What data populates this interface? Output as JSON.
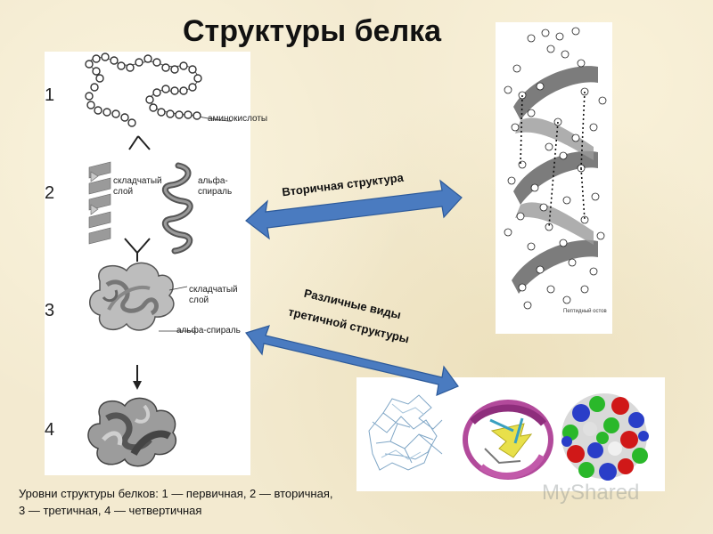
{
  "title": "Структуры белка",
  "levels": {
    "n1": "1",
    "n2": "2",
    "n3": "3",
    "n4": "4"
  },
  "labels": {
    "amino_acids": "аминокислоты",
    "sheet_line1": "складчатый",
    "sheet_line2": "слой",
    "helix_line1": "альфа-",
    "helix_line2": "спираль",
    "sheet3_line1": "складчатый",
    "sheet3_line2": "слой",
    "helix3": "альфа-спираль"
  },
  "arrows": {
    "secondary": "Вторичная структура",
    "tertiary_line1": "Различные виды",
    "tertiary_line2": "третичной структуры"
  },
  "helix_caption": "Пептидный остов",
  "caption": "Уровни структуры белков: 1 — первичная, 2 — вторичная, 3 — третичная, 4 — четвертичная",
  "watermark": "MyShared",
  "colors": {
    "background": "#f3ead0",
    "arrow": "#4a7bc0",
    "arrow_outline": "#2d5a9a"
  }
}
